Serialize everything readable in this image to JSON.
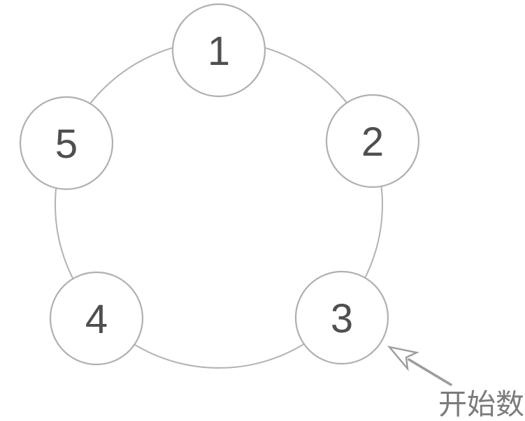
{
  "diagram": {
    "kind": "circular-counting-diagram",
    "nodes": [
      {
        "label": "1"
      },
      {
        "label": "2"
      },
      {
        "label": "3"
      },
      {
        "label": "4"
      },
      {
        "label": "5"
      }
    ],
    "annotation": {
      "label": "开始数",
      "points_to_node": "3"
    },
    "colors": {
      "background": "#ffffff",
      "circle_stroke": "#b0b0b0",
      "ring_stroke": "#b2b2b2",
      "number_text": "#4f4f4f",
      "arrow": "#9c9c9c",
      "annotation_text": "#7b7b7b"
    }
  }
}
